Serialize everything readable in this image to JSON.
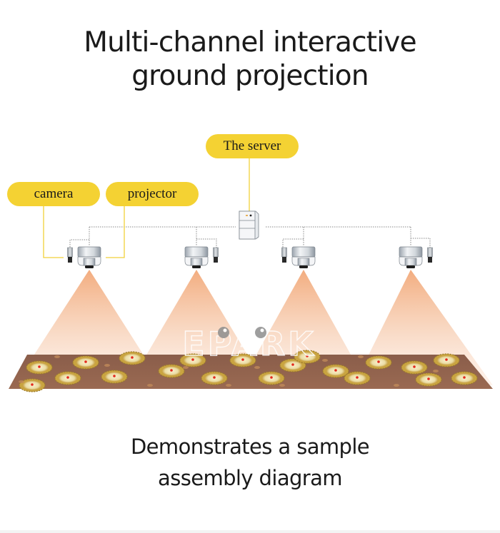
{
  "title": {
    "line1": "Multi-channel interactive",
    "line2": "ground projection"
  },
  "labels": {
    "server": "The server",
    "camera": "camera",
    "projector": "projector"
  },
  "diagram": {
    "projector_units": 4,
    "watermark": "EPARK"
  },
  "caption": {
    "line1": "Demonstrates a sample",
    "line2": "assembly diagram"
  },
  "colors": {
    "pill": "#f4d233",
    "leader_line": "#f2d13a",
    "beam_top": "#f3b48c",
    "floor": "#8e5a44"
  }
}
